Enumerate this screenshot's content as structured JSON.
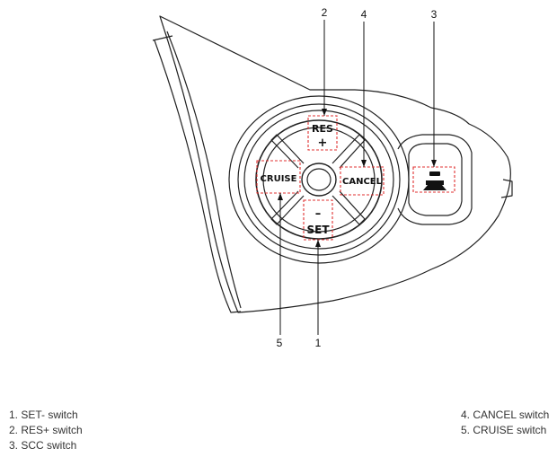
{
  "callouts": {
    "c1": "1",
    "c2": "2",
    "c3": "3",
    "c4": "4",
    "c5": "5"
  },
  "buttons": {
    "res_label": "RES",
    "res_sign": "+",
    "cancel_label": "CANCEL",
    "cruise_label": "CRUISE",
    "set_sign": "–",
    "set_label": "SET"
  },
  "legend": {
    "left": [
      "1. SET- switch",
      "2. RES+ switch",
      "3. SCC switch"
    ],
    "right": [
      "4. CANCEL switch",
      "5. CRUISE switch"
    ]
  },
  "colors": {
    "highlight": "#e03030",
    "line": "#222222"
  }
}
